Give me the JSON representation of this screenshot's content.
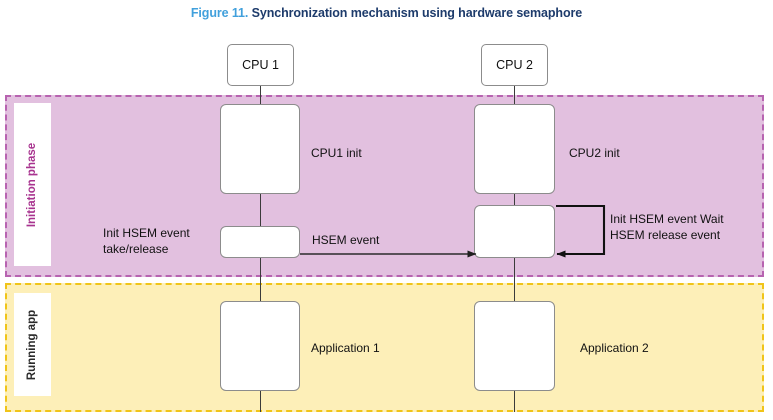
{
  "figure": {
    "number": "Figure 11.",
    "caption": "Synchronization mechanism using hardware semaphore",
    "number_color": "#41a0dc",
    "caption_color": "#1d3b6b"
  },
  "phases": [
    {
      "id": "initiation",
      "label": "Initiation phase",
      "fill": "#e2c0df",
      "border": "#b763b0",
      "label_color": "#a8338f"
    },
    {
      "id": "running",
      "label": "Running app",
      "fill": "#fdefb8",
      "border": "#f0c419",
      "label_color": "#2b2b2b"
    }
  ],
  "actors": [
    {
      "id": "cpu1",
      "label": "CPU 1"
    },
    {
      "id": "cpu2",
      "label": "CPU 2"
    }
  ],
  "steps": {
    "cpu1_init_label": "CPU1 init",
    "cpu2_init_label": "CPU2 init",
    "cpu1_hsem_label": "Init HSEM event\ntake/release",
    "cpu2_hsem_label": "Init HSEM event Wait\nHSEM release event",
    "message_label": "HSEM event",
    "app1_label": "Application 1",
    "app2_label": "Application 2"
  },
  "colors": {
    "lifeline": "#3b3b3b",
    "box_border": "#8c8c8c",
    "box_fill": "#ffffff",
    "arrow": "#2b2b2b",
    "self_loop": "#111111"
  }
}
